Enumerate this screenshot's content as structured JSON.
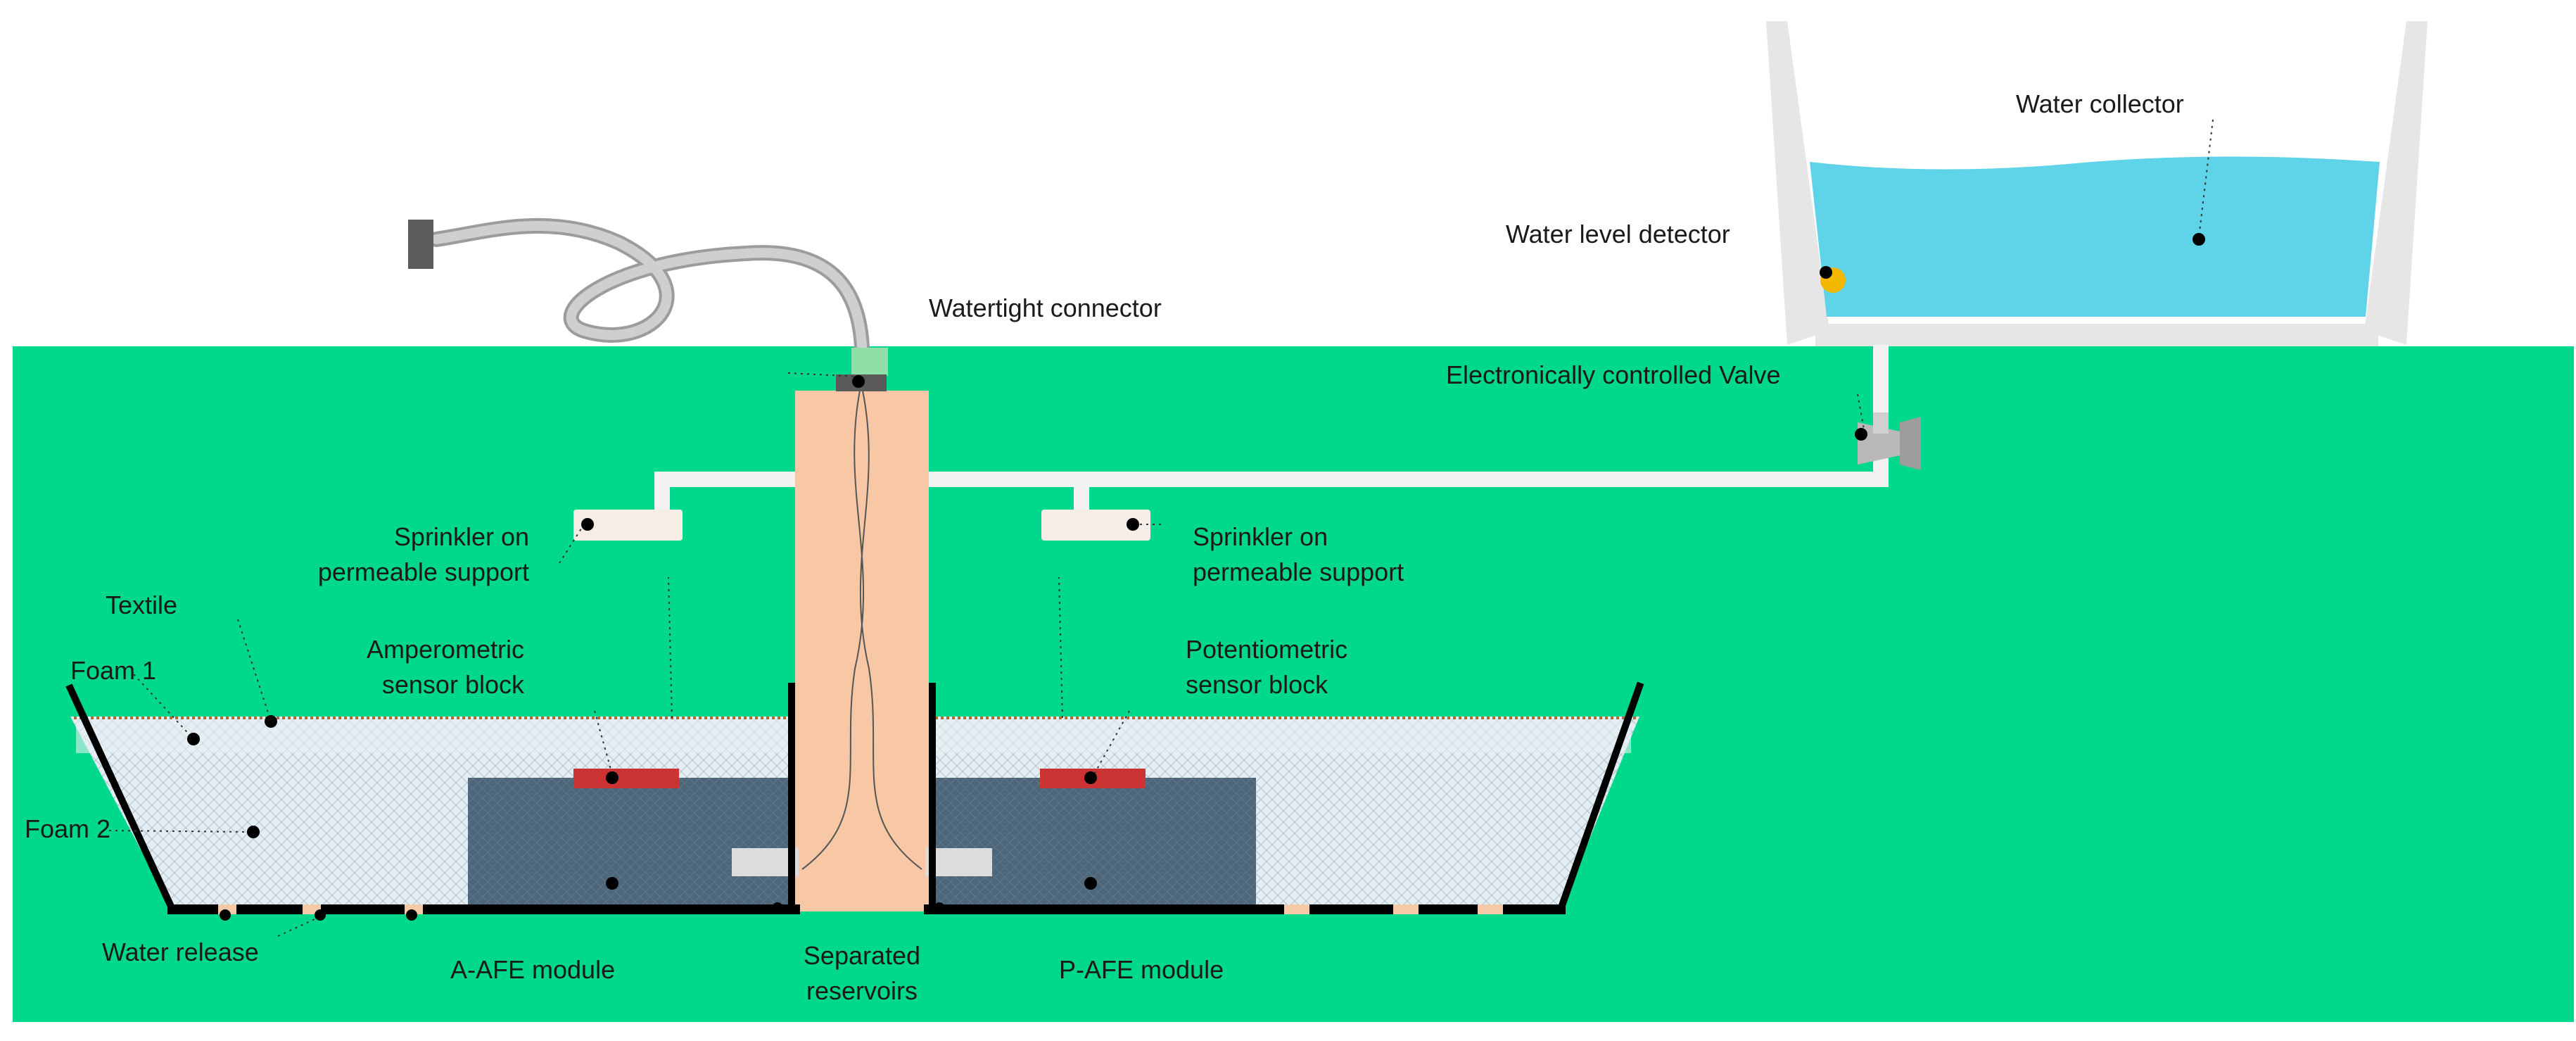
{
  "labels": {
    "water_collector": "Water collector",
    "water_level_detector": "Water level detector",
    "watertight_connector": "Watertight connector",
    "valve": "Electronically controlled Valve",
    "sprinkler_left_1": "Sprinkler on",
    "sprinkler_left_2": "permeable support",
    "sprinkler_right_1": "Sprinkler on",
    "sprinkler_right_2": "permeable support",
    "textile": "Textile",
    "foam1": "Foam 1",
    "foam2": "Foam 2",
    "amperometric_1": "Amperometric",
    "amperometric_2": "sensor block",
    "potentiometric_1": "Potentiometric",
    "potentiometric_2": "sensor block",
    "water_release": "Water release",
    "a_afe": "A-AFE module",
    "separated_1": "Separated",
    "separated_2": "reservoirs",
    "p_afe": "P-AFE module"
  },
  "colors": {
    "background_field": "#00d98b",
    "water": "#5fd3e8",
    "collector_wall": "#e8e8e8",
    "central_column": "#f8c8a6",
    "afe_module": "#4a6278",
    "sensor_red": "#cc3333",
    "foam": "#dde8ee",
    "pipe": "#f2f2f2",
    "detector": "#f5b800"
  }
}
